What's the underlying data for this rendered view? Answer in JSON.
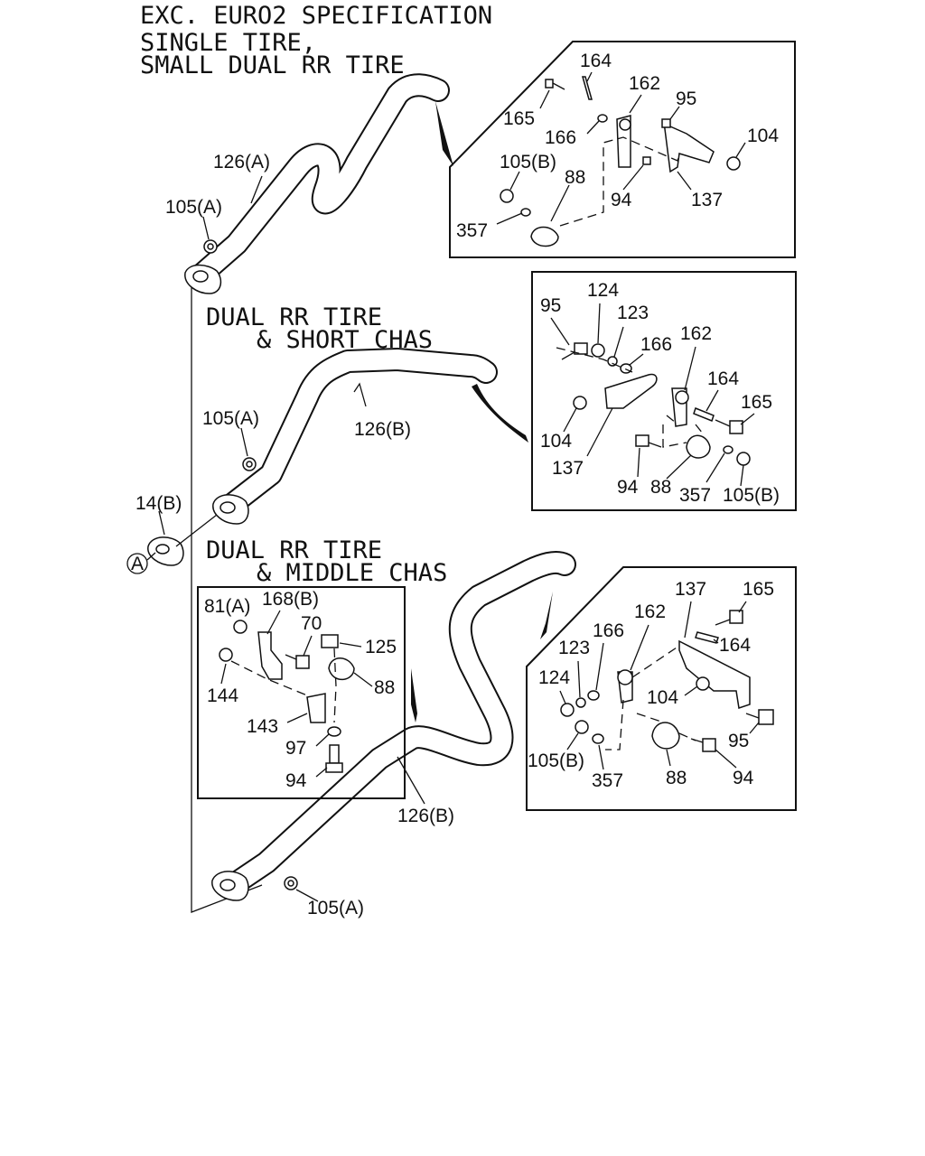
{
  "titles": {
    "spec_line1": "EXC. EURO2 SPECIFICATION",
    "spec_line2": "SINGLE TIRE,",
    "spec_line3": "SMALL DUAL RR TIRE",
    "dual_short_line1": "DUAL RR TIRE",
    "dual_short_line2": "& SHORT CHAS",
    "dual_middle_line1": "DUAL RR TIRE",
    "dual_middle_line2": "& MIDDLE CHAS"
  },
  "circle_ref": "A",
  "main_labels": {
    "pipe_a": "126(A)",
    "nut_a_top": "105(A)",
    "pipe_b_mid": "126(B)",
    "nut_a_mid": "105(A)",
    "gasket": "14(B)",
    "pipe_b_bottom": "126(B)",
    "nut_a_bottom": "105(A)"
  },
  "inset1": {
    "l164": "164",
    "l162": "162",
    "l95": "95",
    "l165": "165",
    "l166": "166",
    "l104": "104",
    "l105b": "105(B)",
    "l88": "88",
    "l94": "94",
    "l137": "137",
    "l357": "357"
  },
  "inset2": {
    "l95": "95",
    "l124": "124",
    "l123": "123",
    "l166": "166",
    "l162": "162",
    "l164": "164",
    "l165": "165",
    "l104": "104",
    "l137": "137",
    "l94": "94",
    "l88": "88",
    "l357": "357",
    "l105b": "105(B)"
  },
  "inset3": {
    "l81a": "81(A)",
    "l168b": "168(B)",
    "l70": "70",
    "l125": "125",
    "l144": "144",
    "l88": "88",
    "l143": "143",
    "l97": "97",
    "l94": "94"
  },
  "inset4": {
    "l137": "137",
    "l165": "165",
    "l162": "162",
    "l166": "166",
    "l164": "164",
    "l123": "123",
    "l124": "124",
    "l104": "104",
    "l95": "95",
    "l105b": "105(B)",
    "l357": "357",
    "l88": "88",
    "l94": "94"
  }
}
